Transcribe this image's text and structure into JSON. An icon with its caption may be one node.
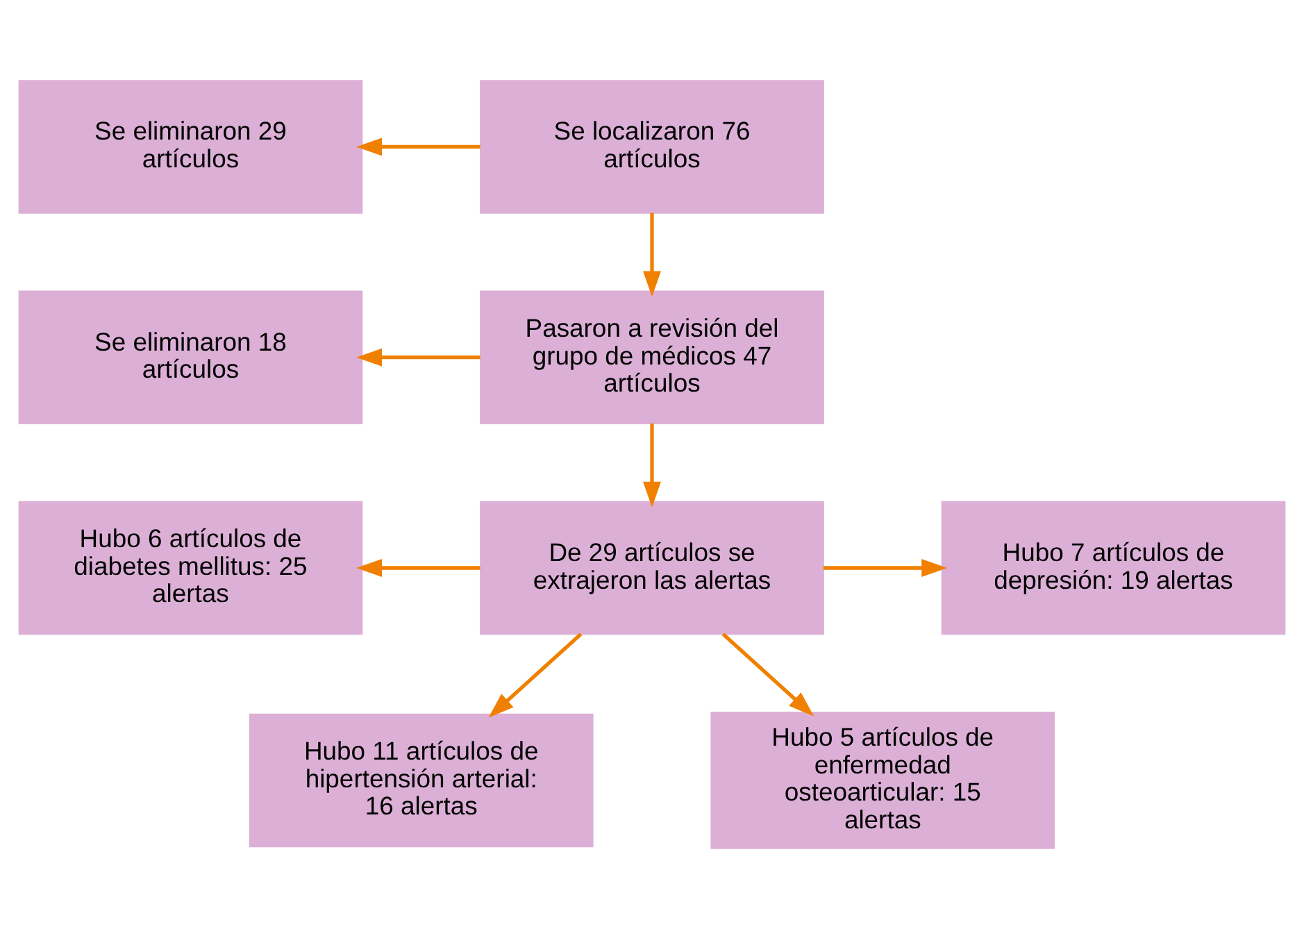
{
  "diagram": {
    "nodes": [
      {
        "text": [
          "Se eliminaron 29 artículos"
        ]
      },
      {
        "text": [
          "Se localizaron 76 artículos"
        ]
      },
      {
        "text": [
          "Se eliminaron 18 artículos"
        ]
      },
      {
        "text": [
          "Pasaron a revisión del grupo de médicos 47 artículos"
        ]
      },
      {
        "text": [
          "Hubo 6 artículos de diabetes mellitus: 25 alertas"
        ]
      },
      {
        "text": [
          "De 29 artículos se extrajeron las alertas"
        ]
      },
      {
        "text": [
          "Hubo 7 artículos de depresión: 19 alertas"
        ]
      },
      {
        "text": [
          "Hubo 11 artículos de hipertensión arterial: 16 alertas"
        ]
      },
      {
        "text": [
          "Hubo 5 artículos de enfermedad osteoarticular: 15 alertas"
        ]
      }
    ],
    "edges": [
      {
        "from": 1,
        "to": 0,
        "arrow": "to"
      },
      {
        "from": 1,
        "to": 3,
        "arrow": "to"
      },
      {
        "from": 3,
        "to": 2,
        "arrow": "to"
      },
      {
        "from": 3,
        "to": 5,
        "arrow": "to"
      },
      {
        "from": 5,
        "to": 4,
        "arrow": "to"
      },
      {
        "from": 5,
        "to": 6,
        "arrow": "to"
      },
      {
        "from": 5,
        "to": 7,
        "arrow": "to"
      },
      {
        "from": 5,
        "to": 8,
        "arrow": "to"
      }
    ]
  }
}
